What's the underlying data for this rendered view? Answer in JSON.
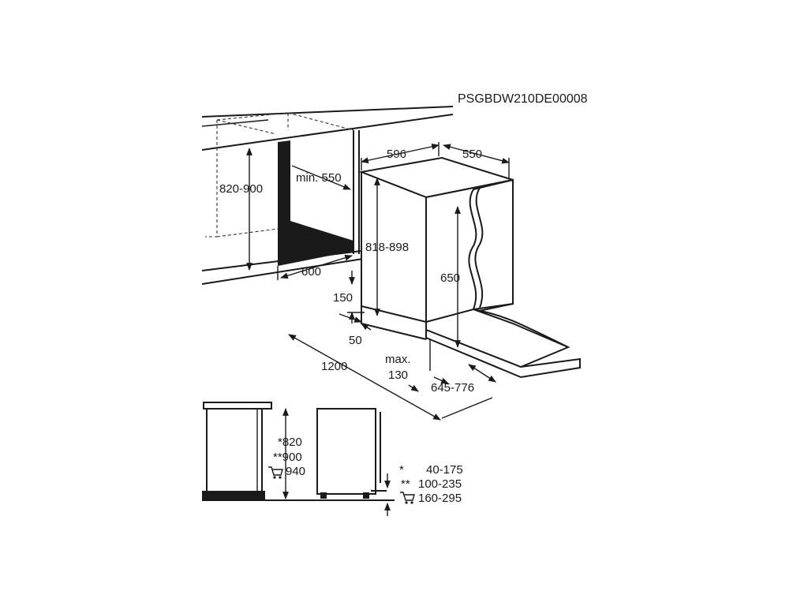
{
  "code": "PSGBDW210DE00008",
  "dims": {
    "d596": "596",
    "d550": "550",
    "height_range": "820-900",
    "min_550": "min. 550",
    "d818_898": "818-898",
    "d650": "650",
    "d600": "600",
    "d150": "150",
    "d50": "50",
    "max_label": "max.",
    "max_value": "130",
    "d1200": "1200",
    "d645_776": "645-776"
  },
  "side_view": {
    "h820": "*820",
    "h900": "**900",
    "h940": "940"
  },
  "legend": [
    {
      "mark": "*",
      "value": "40-175"
    },
    {
      "mark": "**",
      "value": "100-235"
    },
    {
      "mark": "cart-icon",
      "value": "160-295"
    }
  ]
}
